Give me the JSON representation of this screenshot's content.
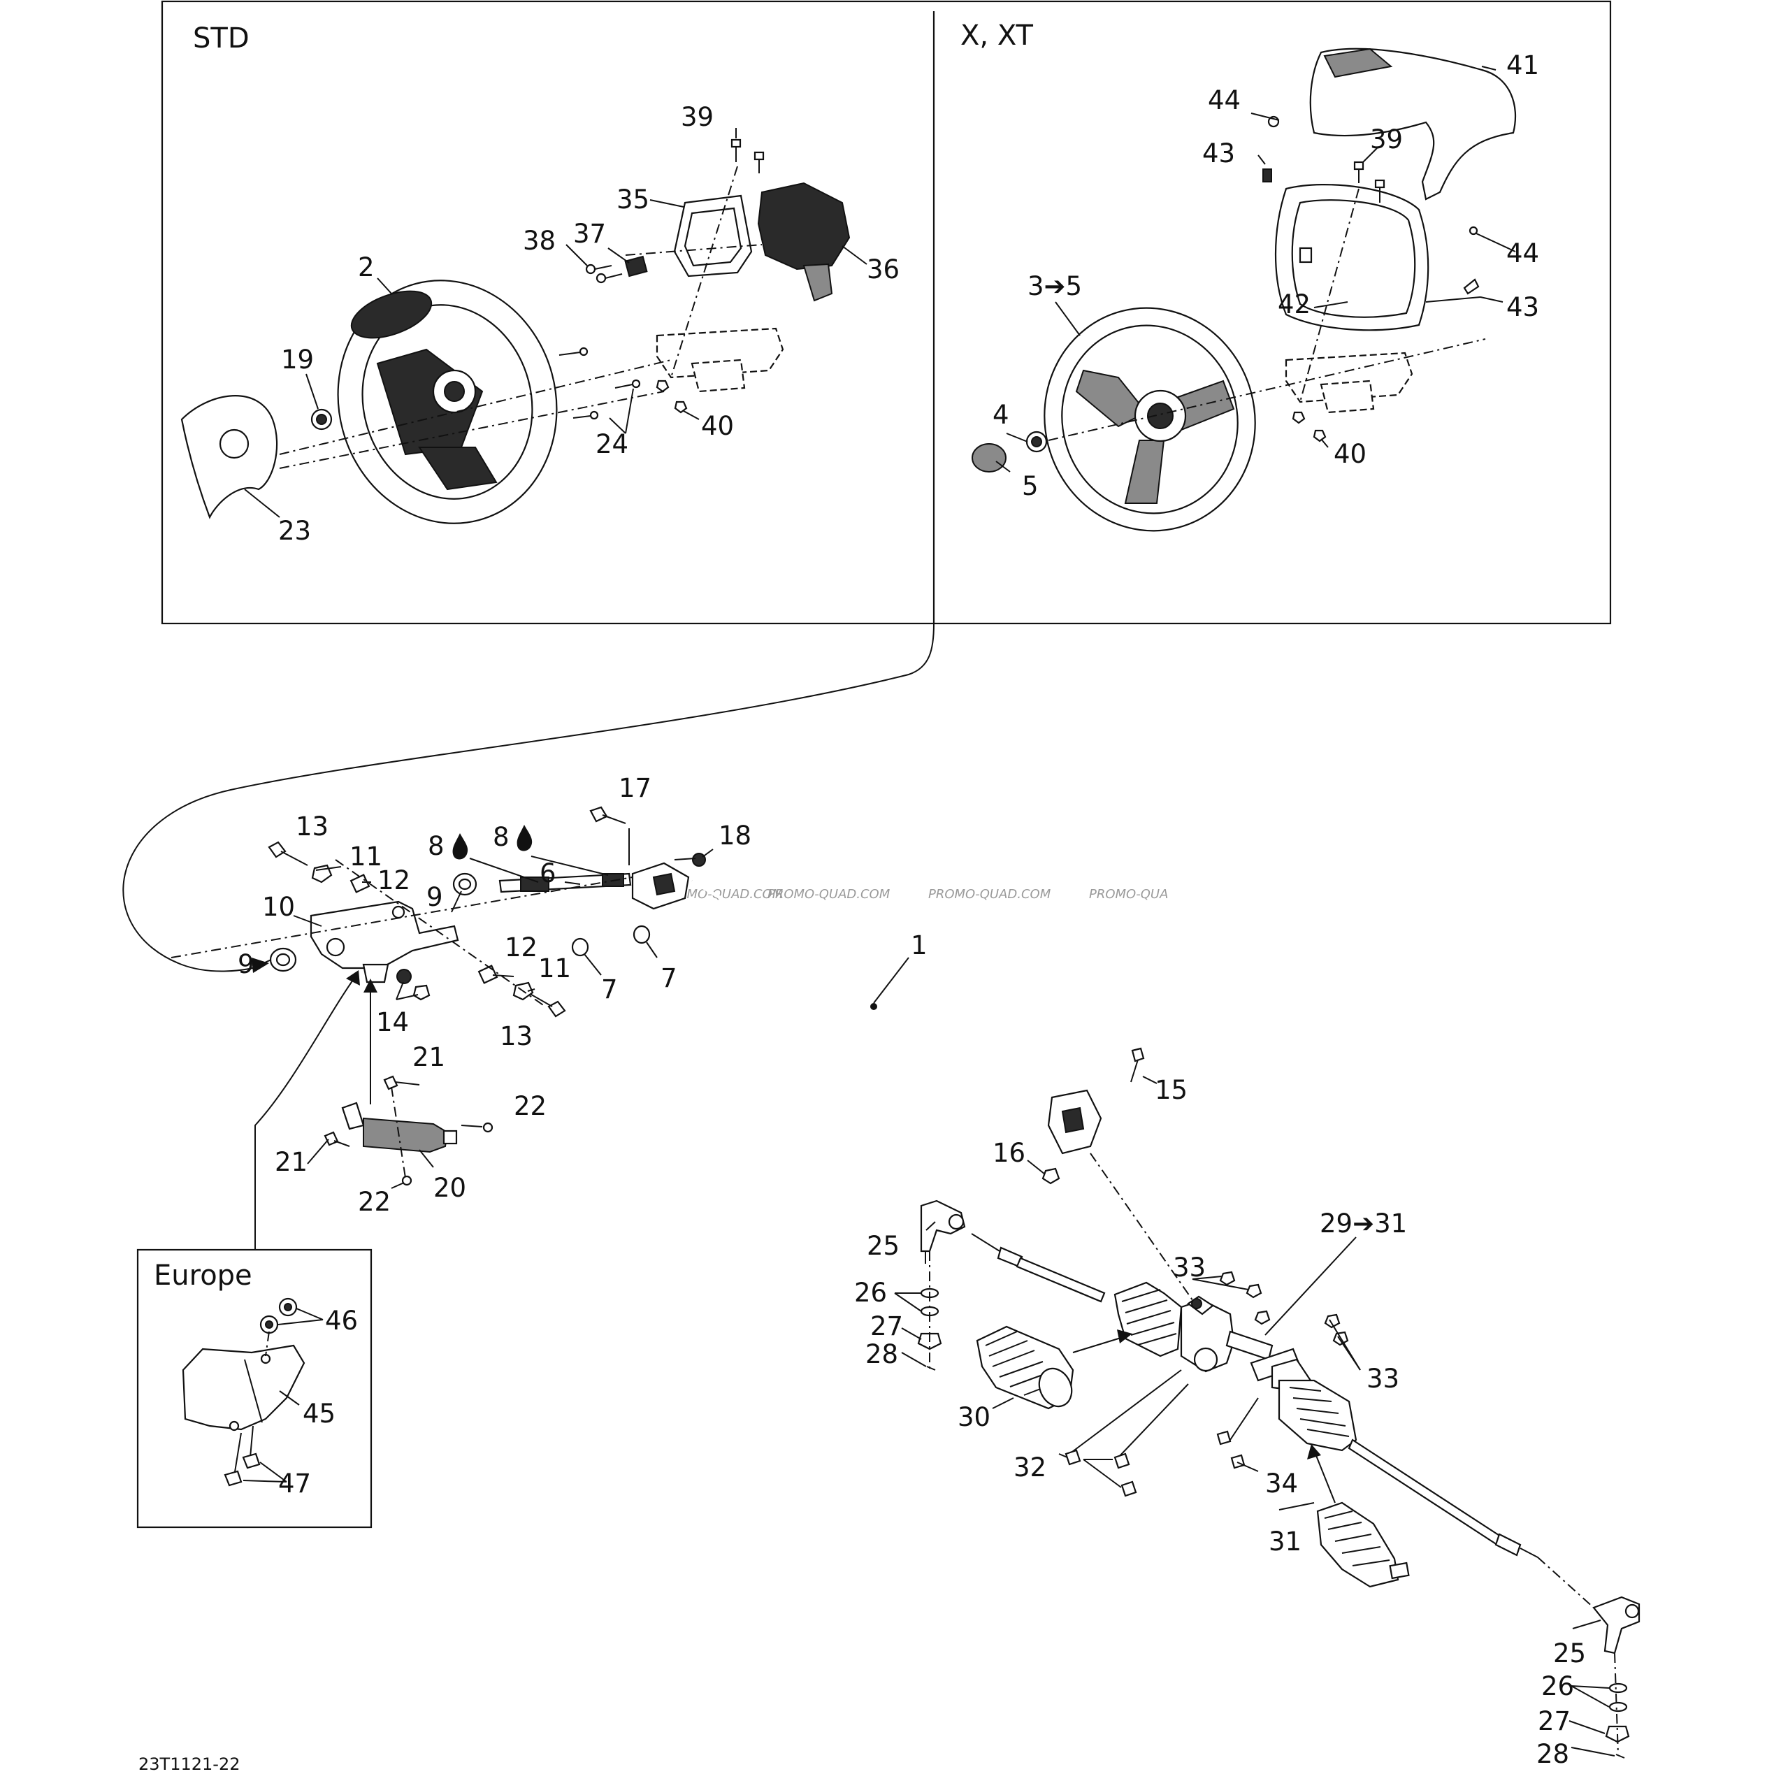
{
  "panels": {
    "std_title": "STD",
    "x_xt_title": "X, XT",
    "europe_title": "Europe"
  },
  "figure_code": "23T1121-22",
  "watermark": {
    "text": "PROMO-QUAD.COM",
    "text_cut": "PROMO-QUA"
  },
  "callouts": {
    "c1": "1",
    "c2": "2",
    "c3_5": "3➔5",
    "c4": "4",
    "c5": "5",
    "c6": "6",
    "c7a": "7",
    "c7b": "7",
    "c8a": "8",
    "c8b": "8",
    "c9a": "9",
    "c9b": "9",
    "c10": "10",
    "c11a": "11",
    "c11b": "11",
    "c12a": "12",
    "c12b": "12",
    "c13a": "13",
    "c13b": "13",
    "c14": "14",
    "c15": "15",
    "c16": "16",
    "c17": "17",
    "c18": "18",
    "c19": "19",
    "c20": "20",
    "c21a": "21",
    "c21b": "21",
    "c22a": "22",
    "c22b": "22",
    "c23": "23",
    "c24": "24",
    "c25a": "25",
    "c25b": "25",
    "c26a": "26",
    "c26b": "26",
    "c27a": "27",
    "c27b": "27",
    "c28a": "28",
    "c28b": "28",
    "c29_31": "29➔31",
    "c30": "30",
    "c31": "31",
    "c32": "32",
    "c33a": "33",
    "c33b": "33",
    "c34": "34",
    "c35": "35",
    "c36": "36",
    "c37": "37",
    "c38": "38",
    "c39a": "39",
    "c39b": "39",
    "c40a": "40",
    "c40b": "40",
    "c41": "41",
    "c42": "42",
    "c43a": "43",
    "c43b": "43",
    "c44a": "44",
    "c44b": "44",
    "c45": "45",
    "c46": "46",
    "c47": "47"
  },
  "icons": {
    "grease": "grease-drop-icon"
  }
}
